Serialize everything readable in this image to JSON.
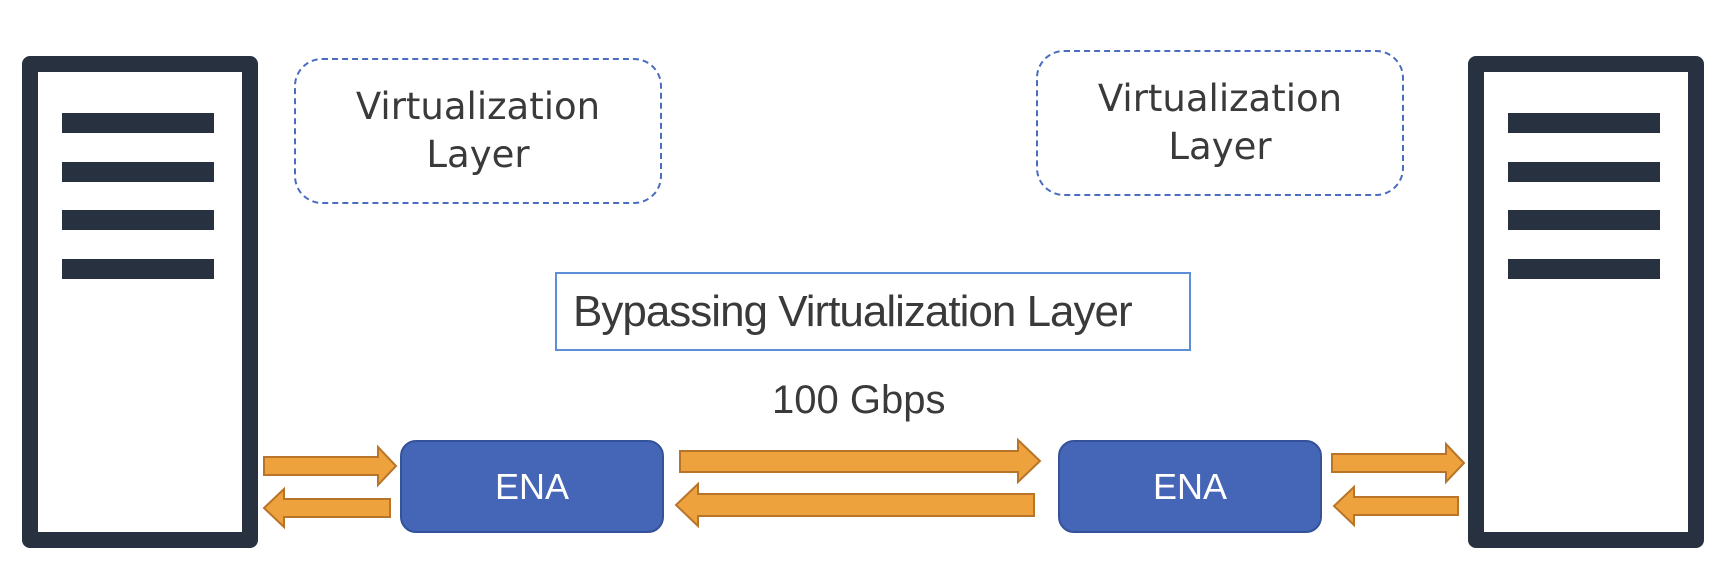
{
  "left_virtualization_box": {
    "text": "Virtualization\nLayer"
  },
  "right_virtualization_box": {
    "text": "Virtualization\nLayer"
  },
  "bypass_label": {
    "text": "Bypassing Virtualization Layer"
  },
  "speed_label": {
    "text": "100 Gbps"
  },
  "left_ena": {
    "text": "ENA"
  },
  "right_ena": {
    "text": "ENA"
  },
  "colors": {
    "server": "#273140",
    "ena_fill": "#4566b6",
    "arrow_fill": "#eda23d",
    "arrow_stroke": "#b8752a",
    "dashed_border": "#4a6dbf",
    "bypass_border": "#5d8fd6"
  }
}
